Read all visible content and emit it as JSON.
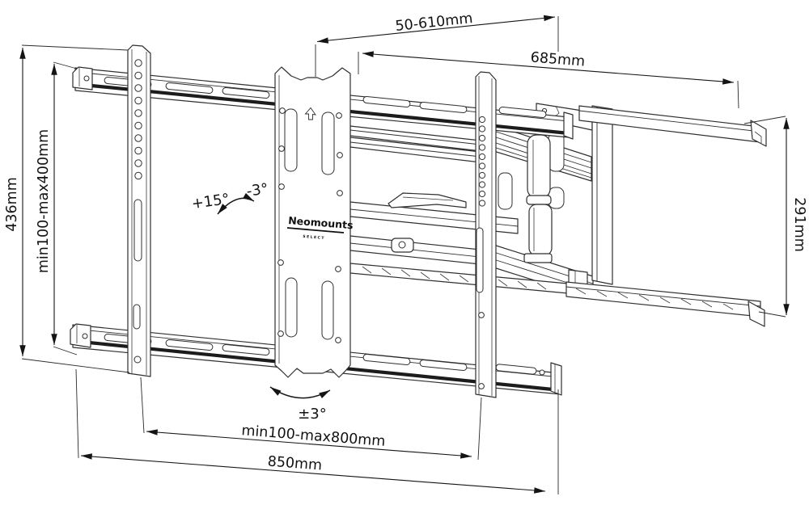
{
  "drawing": {
    "background": "#ffffff",
    "line_color": "#2f2f2f",
    "dimension_color": "#141414"
  },
  "dimensions": {
    "depth_range": "50-610mm",
    "wall_plate_width": "685mm",
    "bracket_height": "436mm",
    "vesa_vertical": "min100-max400mm",
    "wall_rail_spacing": "291mm",
    "vesa_horizontal": "min100-max800mm",
    "rail_width": "850mm"
  },
  "angles": {
    "tilt_up": "+15°",
    "tilt_down": "-3°",
    "swivel": "±3°"
  },
  "brand": {
    "name": "Neomounts",
    "series": "SELECT"
  }
}
